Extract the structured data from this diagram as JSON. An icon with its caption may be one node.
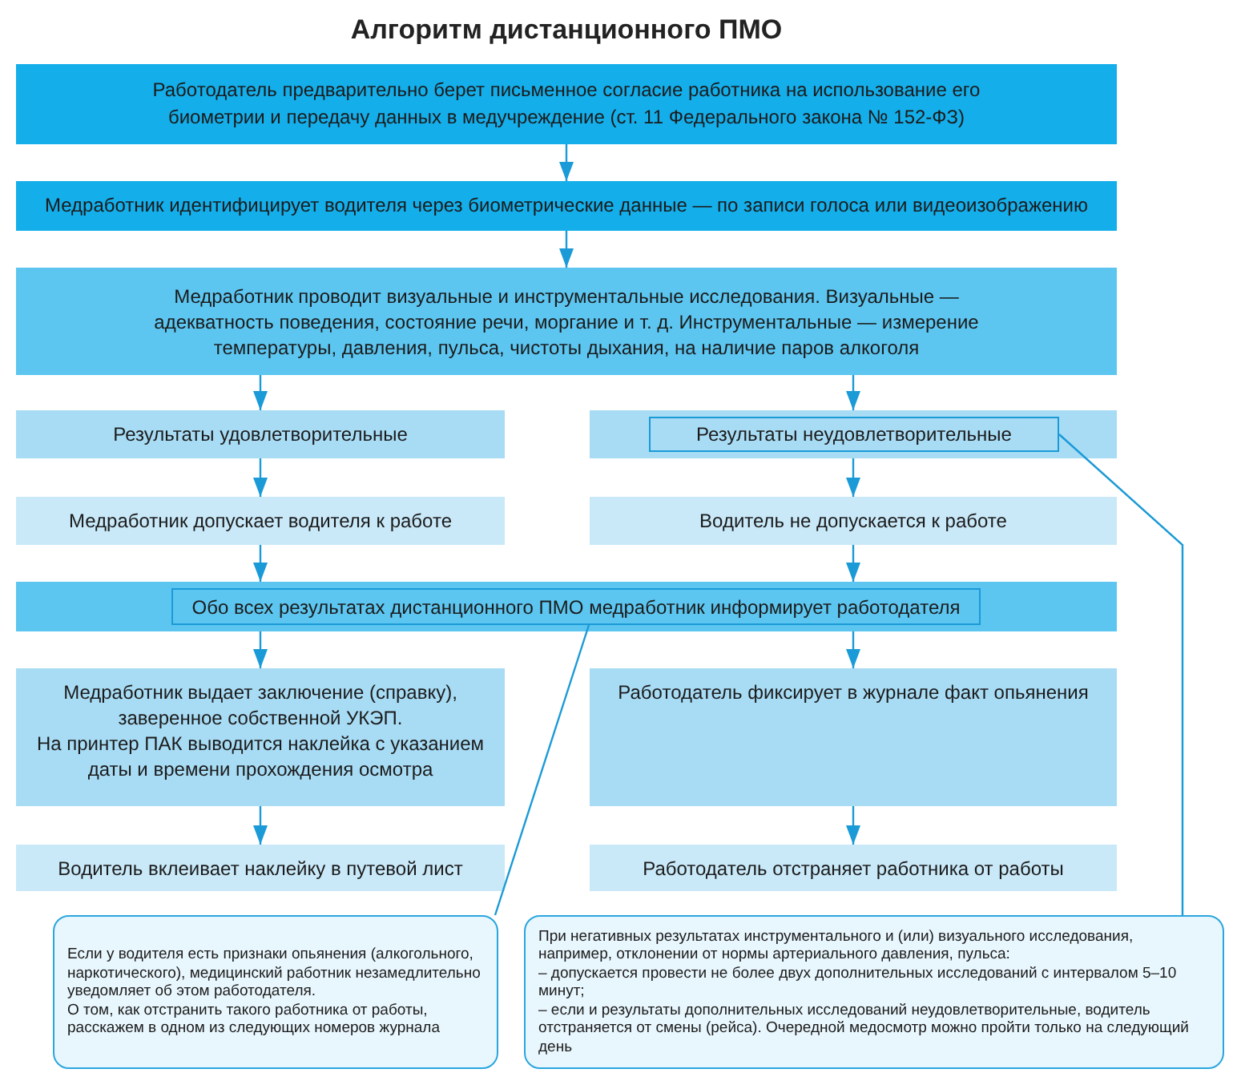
{
  "diagram": {
    "title": "Алгоритм дистанционного ПМО",
    "nodes": [
      {
        "text": [
          "Работодатель предварительно берет письменное согласие работника на использование его биометрии и передачу данных в медучреждение (ст. 11 Федерального закона № 152-ФЗ)"
        ]
      },
      {
        "text": [
          "Медработник идентифицирует водителя через биометрические данные — по записи голоса или видеоизображению"
        ]
      },
      {
        "text": [
          "Медработник проводит визуальные и инструментальные исследования. Визуальные — адекватность поведения, состояние речи, моргание и т. д. Инструментальные — измерение температуры, давления, пульса, чистоты дыхания, на наличие паров алкоголя"
        ]
      },
      {
        "text": [
          "Результаты удовлетворительные"
        ]
      },
      {
        "text": [],
        "shape": "box"
      },
      {
        "text": [
          "Результаты неудовлетворительные"
        ],
        "in": 4
      },
      {
        "text": [
          "Медработник допускает водителя к работе"
        ]
      },
      {
        "text": [
          "Водитель не допускается к работе"
        ]
      },
      {
        "text": [],
        "shape": "box"
      },
      {
        "text": [
          "Обо всех результатах дистанционного ПМО медработник информирует работодателя"
        ],
        "in": 8
      },
      {
        "text": [
          "Медработник выдает заключение (справку), заверенное собственной УКЭП.",
          "На принтер ПАК выводится наклейка с указанием даты и времени прохождения осмотра"
        ]
      },
      {
        "text": [
          "Работодатель фиксирует в журнале факт опьянения"
        ]
      },
      {
        "text": [
          "Водитель вклеивает наклейку в путевой лист"
        ]
      },
      {
        "text": [
          "Работодатель отстраняет работника от работы"
        ]
      },
      {
        "text": [
          "Если у водителя есть признаки опьянения (алкогольного, наркотического), медицинский работник незамедлительно уведомляет об этом работодателя.",
          "О том, как отстранить такого работника от работы, расскажем в одном из следующих номеров журнала"
        ]
      },
      {
        "text": [
          "При негативных результатах инструментального и (или) визуального исследования, например, отклонении от нормы артериального давления, пульса:",
          "– допускается провести не более двух дополнительных исследований с интервалом 5–10 минут;",
          "– если и результаты дополнительных исследований неудовлетворительные, водитель отстраняется от смены (рейса). Очередной медосмотр можно пройти только на следующий день"
        ]
      }
    ],
    "edges": [
      {
        "from": 0,
        "to": 1,
        "arrow": "to"
      },
      {
        "from": 1,
        "to": 2,
        "arrow": "to"
      },
      {
        "from": 2,
        "to": 3,
        "arrow": "to"
      },
      {
        "from": 2,
        "to": 4,
        "arrow": "to"
      },
      {
        "from": 3,
        "to": 6,
        "arrow": "to"
      },
      {
        "from": 4,
        "to": 7,
        "arrow": "to"
      },
      {
        "from": 6,
        "to": 8,
        "arrow": "to"
      },
      {
        "from": 7,
        "to": 8,
        "arrow": "to"
      },
      {
        "from": 8,
        "to": 10,
        "arrow": "to"
      },
      {
        "from": 8,
        "to": 11,
        "arrow": "to"
      },
      {
        "from": 10,
        "to": 12,
        "arrow": "to"
      },
      {
        "from": 11,
        "to": 13,
        "arrow": "to"
      },
      {
        "from": 14,
        "to": 9,
        "arrow": "none"
      },
      {
        "from": 15,
        "to": 5,
        "arrow": "none"
      }
    ]
  }
}
